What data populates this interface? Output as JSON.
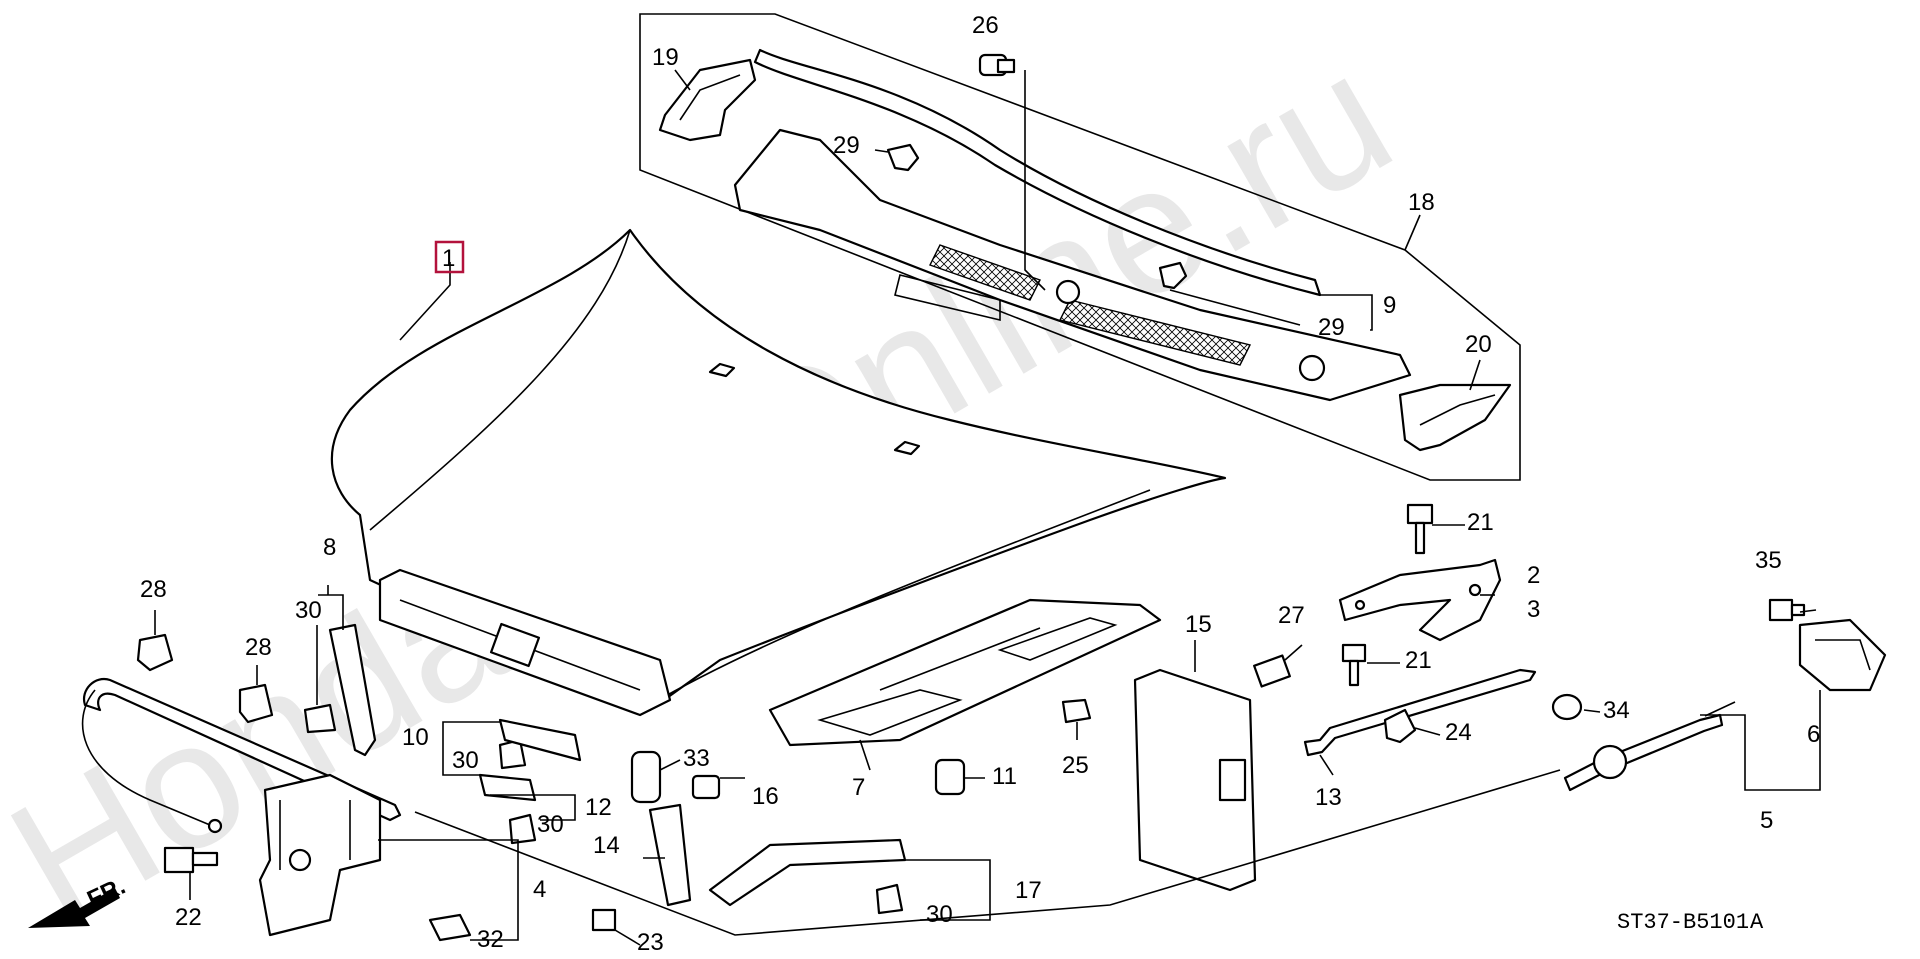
{
  "watermark": "HondaCarOnline.ru",
  "diagram_code": "ST37-B5101",
  "diagram_code_suffix": "A",
  "front_indicator": "FR.",
  "callouts": [
    {
      "id": "c1",
      "text": "1",
      "highlight": true
    },
    {
      "id": "c2",
      "text": "2"
    },
    {
      "id": "c3",
      "text": "3"
    },
    {
      "id": "c4",
      "text": "4"
    },
    {
      "id": "c5",
      "text": "5"
    },
    {
      "id": "c6",
      "text": "6"
    },
    {
      "id": "c7",
      "text": "7"
    },
    {
      "id": "c8",
      "text": "8"
    },
    {
      "id": "c9",
      "text": "9"
    },
    {
      "id": "c10",
      "text": "10"
    },
    {
      "id": "c11",
      "text": "11"
    },
    {
      "id": "c12",
      "text": "12"
    },
    {
      "id": "c13",
      "text": "13"
    },
    {
      "id": "c14",
      "text": "14"
    },
    {
      "id": "c15",
      "text": "15"
    },
    {
      "id": "c16",
      "text": "16"
    },
    {
      "id": "c17",
      "text": "17"
    },
    {
      "id": "c18",
      "text": "18"
    },
    {
      "id": "c19",
      "text": "19"
    },
    {
      "id": "c20",
      "text": "20"
    },
    {
      "id": "c21a",
      "text": "21"
    },
    {
      "id": "c21b",
      "text": "21"
    },
    {
      "id": "c22",
      "text": "22"
    },
    {
      "id": "c23",
      "text": "23"
    },
    {
      "id": "c24",
      "text": "24"
    },
    {
      "id": "c25",
      "text": "25"
    },
    {
      "id": "c26",
      "text": "26"
    },
    {
      "id": "c27",
      "text": "27"
    },
    {
      "id": "c28a",
      "text": "28"
    },
    {
      "id": "c28b",
      "text": "28"
    },
    {
      "id": "c29a",
      "text": "29"
    },
    {
      "id": "c29b",
      "text": "29"
    },
    {
      "id": "c30a",
      "text": "30"
    },
    {
      "id": "c30b",
      "text": "30"
    },
    {
      "id": "c30c",
      "text": "30"
    },
    {
      "id": "c30d",
      "text": "30"
    },
    {
      "id": "c32",
      "text": "32"
    },
    {
      "id": "c33",
      "text": "33"
    },
    {
      "id": "c34",
      "text": "34"
    },
    {
      "id": "c35",
      "text": "35"
    }
  ],
  "colors": {
    "highlight": "#b3123c",
    "ink": "#000000",
    "watermark": "#e8e8e8"
  }
}
